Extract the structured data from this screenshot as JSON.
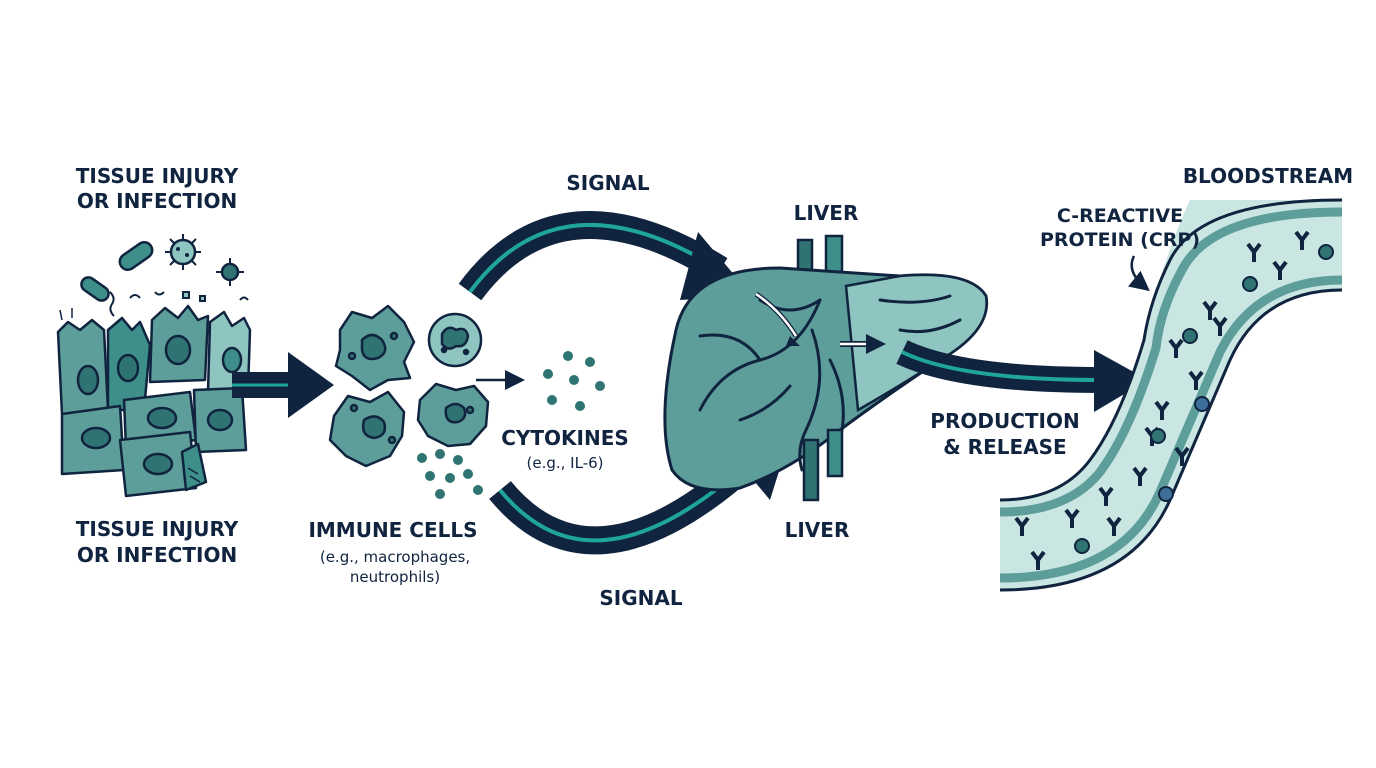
{
  "labels": {
    "tissue_top_1": "TISSUE INJURY",
    "tissue_top_2": "OR INFECTION",
    "tissue_bottom_1": "TISSUE INJURY",
    "tissue_bottom_2": "OR INFECTION",
    "immune_title": "IMMUNE CELLS",
    "immune_sub_1": "(e.g., macrophages,",
    "immune_sub_2": "neutrophils)",
    "cytokines_title": "CYTOKINES",
    "cytokines_sub": "(e.g., IL-6)",
    "signal_top": "SIGNAL",
    "signal_bottom": "SIGNAL",
    "liver_top": "LIVER",
    "liver_bottom": "LIVER",
    "production_1": "PRODUCTION",
    "production_2": "& RELEASE",
    "bloodstream": "BLOODSTREAM",
    "crp_1": "C-REACTIVE",
    "crp_2": "PROTEIN (CRP)"
  },
  "colors": {
    "navy": "#10243f",
    "teal": "#5e9e9a",
    "teal_light": "#8fc5c1",
    "teal_dark": "#2f7372",
    "blood_fill": "#c9e6e3",
    "accent": "#1fa59a"
  }
}
